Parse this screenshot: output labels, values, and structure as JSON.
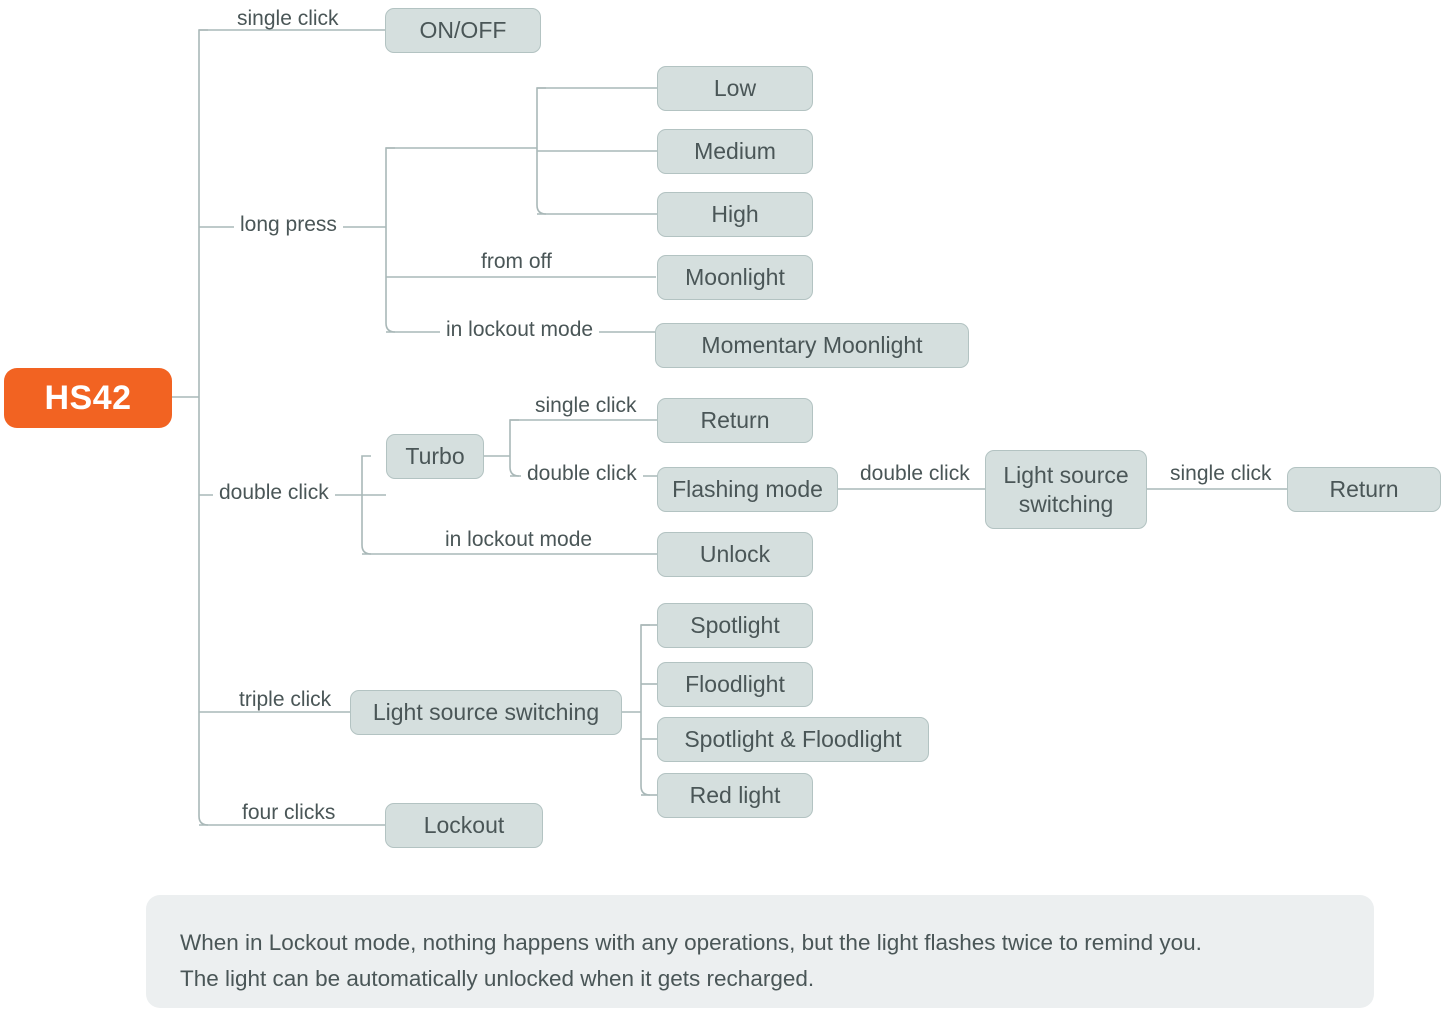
{
  "diagram": {
    "type": "mindmap",
    "title": "HS42 button operation mind map",
    "root": {
      "label": "HS42",
      "color": "#f26322",
      "text_color": "#ffffff"
    },
    "node_style": {
      "fill": "#d5dfde",
      "border": "#b3c3c2",
      "text": "#4a5657"
    },
    "link_color": "#a9b8b8",
    "branches": [
      {
        "edge_label": "single click",
        "node": "ON/OFF",
        "children": []
      },
      {
        "edge_label": "long press",
        "node": null,
        "children": [
          {
            "edge_label": "",
            "node": "Low"
          },
          {
            "edge_label": "",
            "node": "Medium"
          },
          {
            "edge_label": "",
            "node": "High"
          },
          {
            "edge_label": "from off",
            "node": "Moonlight"
          },
          {
            "edge_label": "in lockout mode",
            "node": "Momentary Moonlight"
          }
        ]
      },
      {
        "edge_label": "double click",
        "node": "Turbo",
        "children": [
          {
            "edge_label": "single click",
            "node": "Return"
          },
          {
            "edge_label": "double click",
            "node": "Flashing mode",
            "children": [
              {
                "edge_label": "double click",
                "node": "Light source switching",
                "children": [
                  {
                    "edge_label": "single click",
                    "node": "Return"
                  }
                ]
              }
            ]
          },
          {
            "edge_label": "in lockout mode",
            "node": "Unlock"
          }
        ]
      },
      {
        "edge_label": "triple click",
        "node": "Light source switching",
        "children": [
          {
            "edge_label": "",
            "node": "Spotlight"
          },
          {
            "edge_label": "",
            "node": "Floodlight"
          },
          {
            "edge_label": "",
            "node": "Spotlight & Floodlight"
          },
          {
            "edge_label": "",
            "node": "Red light"
          }
        ]
      },
      {
        "edge_label": "four clicks",
        "node": "Lockout",
        "children": []
      }
    ]
  },
  "labels": {
    "single_click_1": "single click",
    "long_press": "long press",
    "from_off": "from off",
    "in_lockout_mode_1": "in lockout mode",
    "double_click_1": "double click",
    "single_click_2": "single click",
    "double_click_2": "double click",
    "in_lockout_mode_2": "in lockout mode",
    "double_click_3": "double click",
    "single_click_3": "single click",
    "triple_click": "triple click",
    "four_clicks": "four clicks"
  },
  "nodes": {
    "root": "HS42",
    "on_off": "ON/OFF",
    "low": "Low",
    "medium": "Medium",
    "high": "High",
    "moonlight": "Moonlight",
    "momentary_moonlight": "Momentary Moonlight",
    "turbo": "Turbo",
    "return_1": "Return",
    "flashing_mode": "Flashing mode",
    "light_source_switching_2": "Light source\nswitching",
    "light_source_switching_2_line1": "Light source",
    "light_source_switching_2_line2": "switching",
    "return_2": "Return",
    "unlock": "Unlock",
    "light_source_switching_1": "Light source switching",
    "spotlight": "Spotlight",
    "floodlight": "Floodlight",
    "spotlight_floodlight": "Spotlight & Floodlight",
    "red_light": "Red light",
    "lockout": "Lockout"
  },
  "note": {
    "line1": "When in Lockout mode, nothing happens with any operations, but the light flashes twice to remind you.",
    "line2": "The light can be automatically unlocked when it gets recharged.",
    "background": "#eceff0"
  }
}
